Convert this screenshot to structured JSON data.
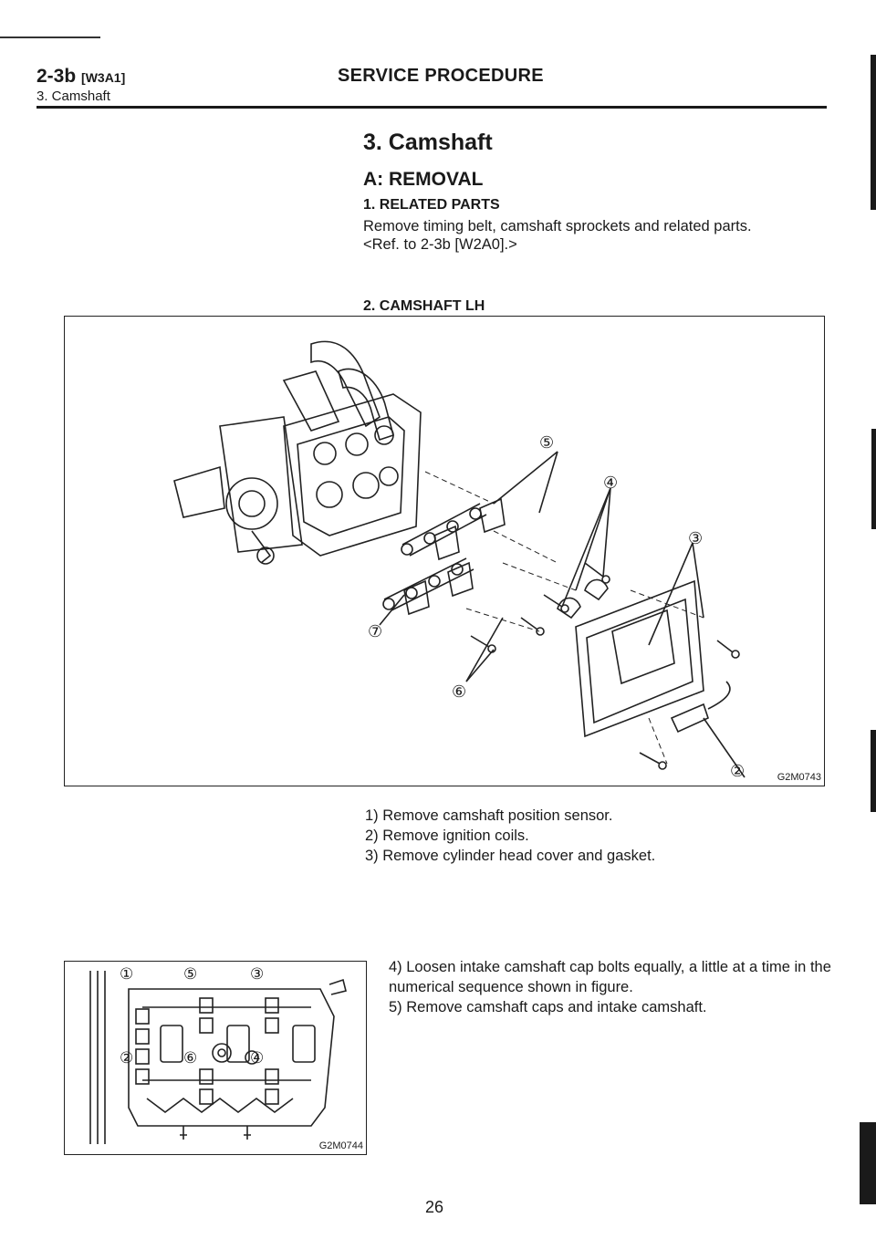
{
  "header": {
    "code": "2-3b",
    "code_ref": "[W3A1]",
    "subtitle": "3. Camshaft",
    "title": "SERVICE PROCEDURE"
  },
  "section": {
    "title": "3. Camshaft",
    "subtitle": "A: REMOVAL",
    "related_heading": "1. RELATED PARTS",
    "related_text_line1": "Remove timing belt, camshaft sprockets and related parts.",
    "related_text_line2": "<Ref. to 2-3b [W2A0].>",
    "lh_heading": "2. CAMSHAFT LH"
  },
  "figure1": {
    "code": "G2M0743",
    "callouts": [
      "⑤",
      "④",
      "③",
      "⑦",
      "⑥",
      "②"
    ]
  },
  "figure2": {
    "code": "G2M0744",
    "callouts": [
      "①",
      "⑤",
      "③",
      "②",
      "⑥",
      "④"
    ]
  },
  "steps_a": [
    "1) Remove camshaft position sensor.",
    "2) Remove ignition coils.",
    "3) Remove cylinder head cover and gasket."
  ],
  "steps_b": [
    "4) Loosen intake camshaft cap bolts equally, a little at a time in the numerical sequence shown in figure.",
    "5) Remove camshaft caps and intake camshaft."
  ],
  "page_number": "26"
}
